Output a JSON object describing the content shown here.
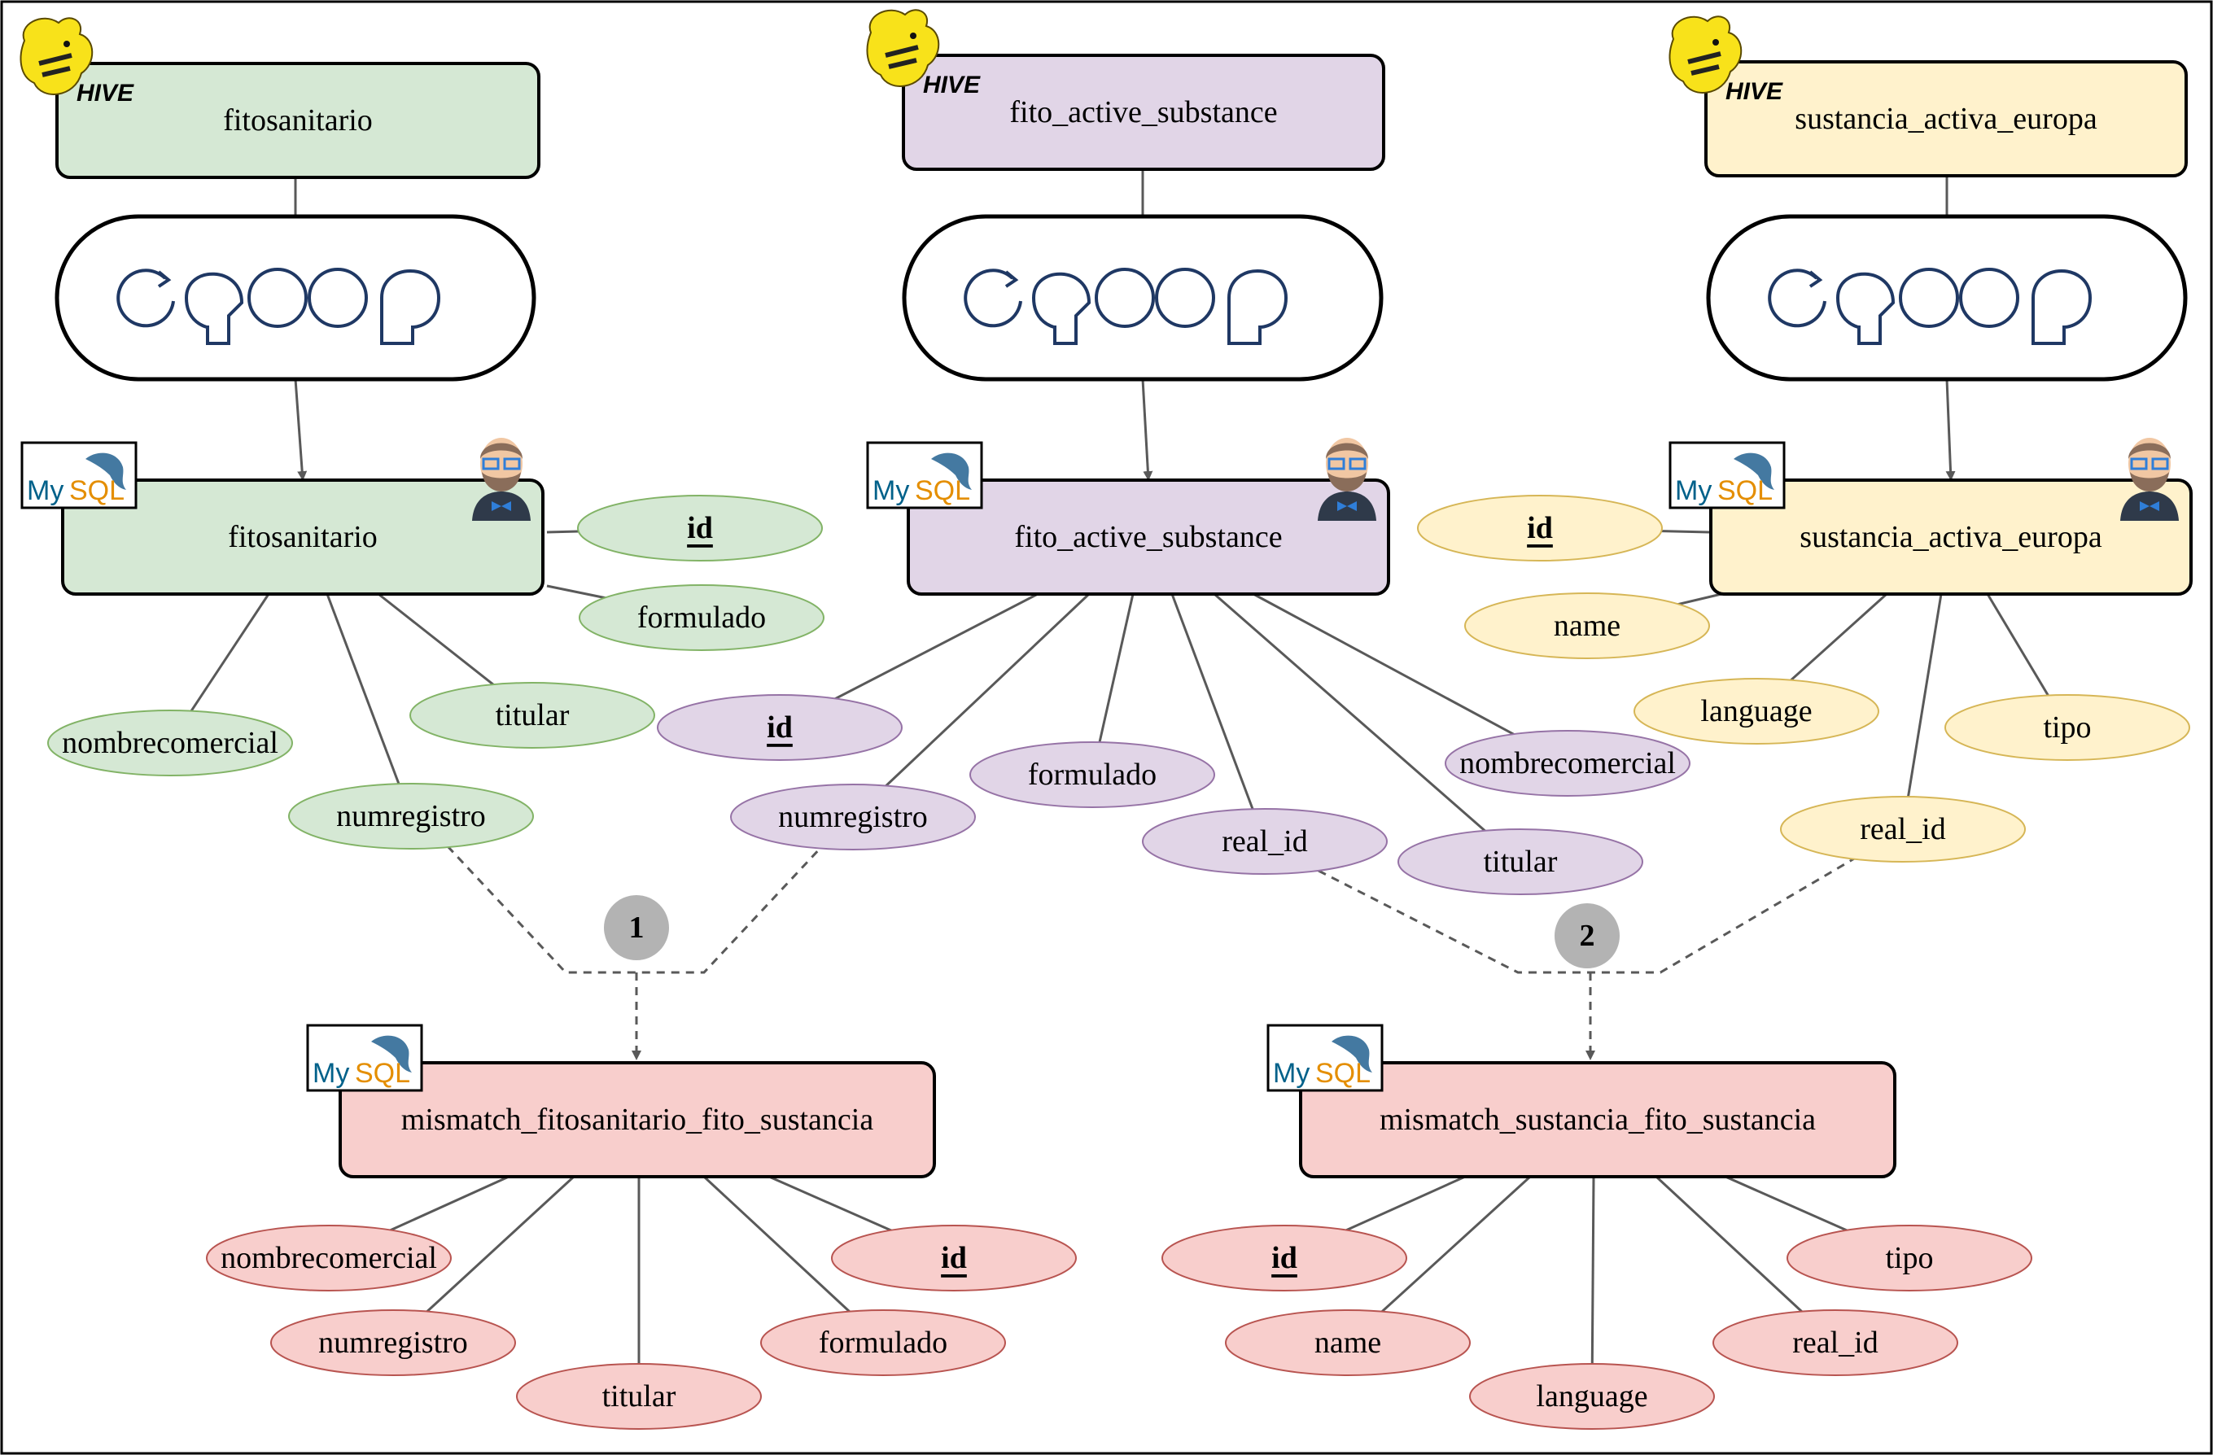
{
  "hive_tables": [
    {
      "name": "fitosanitario",
      "color": "green",
      "logo": "hive-logo"
    },
    {
      "name": "fito_active_substance",
      "color": "purple",
      "logo": "hive-logo"
    },
    {
      "name": "sustancia_activa_europa",
      "color": "yellow",
      "logo": "hive-logo"
    }
  ],
  "sqoop_logos": [
    "sqoop-logo",
    "sqoop-logo",
    "sqoop-logo"
  ],
  "mysql_tables": [
    {
      "name": "fitosanitario",
      "color": "green",
      "logo": "mysql-logo",
      "attributes": [
        {
          "label": "id",
          "key": true
        },
        {
          "label": "formulado",
          "key": false
        },
        {
          "label": "titular",
          "key": false
        },
        {
          "label": "nombrecomercial",
          "key": false
        },
        {
          "label": "numregistro",
          "key": false
        }
      ]
    },
    {
      "name": "fito_active_substance",
      "color": "purple",
      "logo": "mysql-logo",
      "attributes": [
        {
          "label": "id",
          "key": true
        },
        {
          "label": "numregistro",
          "key": false
        },
        {
          "label": "formulado",
          "key": false
        },
        {
          "label": "real_id",
          "key": false
        },
        {
          "label": "titular",
          "key": false
        },
        {
          "label": "nombrecomercial",
          "key": false
        }
      ]
    },
    {
      "name": "sustancia_activa_europa",
      "color": "yellow",
      "logo": "mysql-logo",
      "attributes": [
        {
          "label": "id",
          "key": true
        },
        {
          "label": "name",
          "key": false
        },
        {
          "label": "language",
          "key": false
        },
        {
          "label": "real_id",
          "key": false
        },
        {
          "label": "tipo",
          "key": false
        }
      ]
    }
  ],
  "joins": [
    {
      "number": "1"
    },
    {
      "number": "2"
    }
  ],
  "mismatch_tables": [
    {
      "name": "mismatch_fitosanitario_fito_sustancia",
      "color": "red",
      "logo": "mysql-logo",
      "attributes": [
        {
          "label": "nombrecomercial",
          "key": false
        },
        {
          "label": "numregistro",
          "key": false
        },
        {
          "label": "titular",
          "key": false
        },
        {
          "label": "formulado",
          "key": false
        },
        {
          "label": "id",
          "key": true
        }
      ]
    },
    {
      "name": "mismatch_sustancia_fito_sustancia",
      "color": "red",
      "logo": "mysql-logo",
      "attributes": [
        {
          "label": "id",
          "key": true
        },
        {
          "label": "name",
          "key": false
        },
        {
          "label": "language",
          "key": false
        },
        {
          "label": "real_id",
          "key": false
        },
        {
          "label": "tipo",
          "key": false
        }
      ]
    }
  ],
  "logo_text": {
    "hive": "HIVE",
    "mysql_my": "My",
    "mysql_sql": "SQL"
  },
  "colors": {
    "green_fill": "#d5e8d4",
    "green_stroke": "#82b366",
    "purple_fill": "#e1d5e7",
    "purple_stroke": "#9673a6",
    "yellow_fill": "#fff2cc",
    "yellow_stroke": "#d6b656",
    "red_fill": "#f8cecc",
    "red_stroke": "#b85450",
    "sqoop_blue": "#1f3864",
    "join_circle": "#b3b3b3",
    "edge": "#595959"
  }
}
